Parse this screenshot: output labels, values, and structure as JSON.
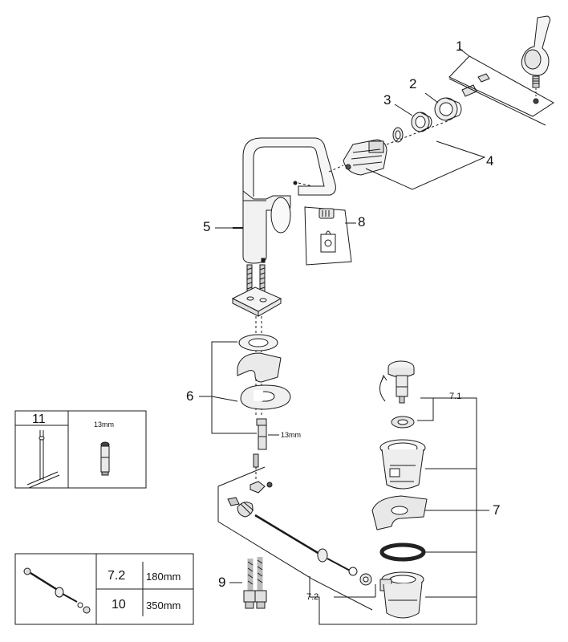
{
  "callouts": {
    "c1": "1",
    "c2": "2",
    "c3": "3",
    "c4": "4",
    "c5": "5",
    "c6": "6",
    "c7": "7",
    "c7_1": "7.1",
    "c7_2": "7.2",
    "c8": "8",
    "c9": "9",
    "dim_13mm_a": "13mm",
    "dim_13mm_b": "13mm"
  },
  "tool_box": {
    "number": "11",
    "size": "13mm"
  },
  "hose_table": {
    "rows": [
      {
        "part": "7.2",
        "length": "180mm"
      },
      {
        "part": "10",
        "length": "350mm"
      }
    ]
  }
}
